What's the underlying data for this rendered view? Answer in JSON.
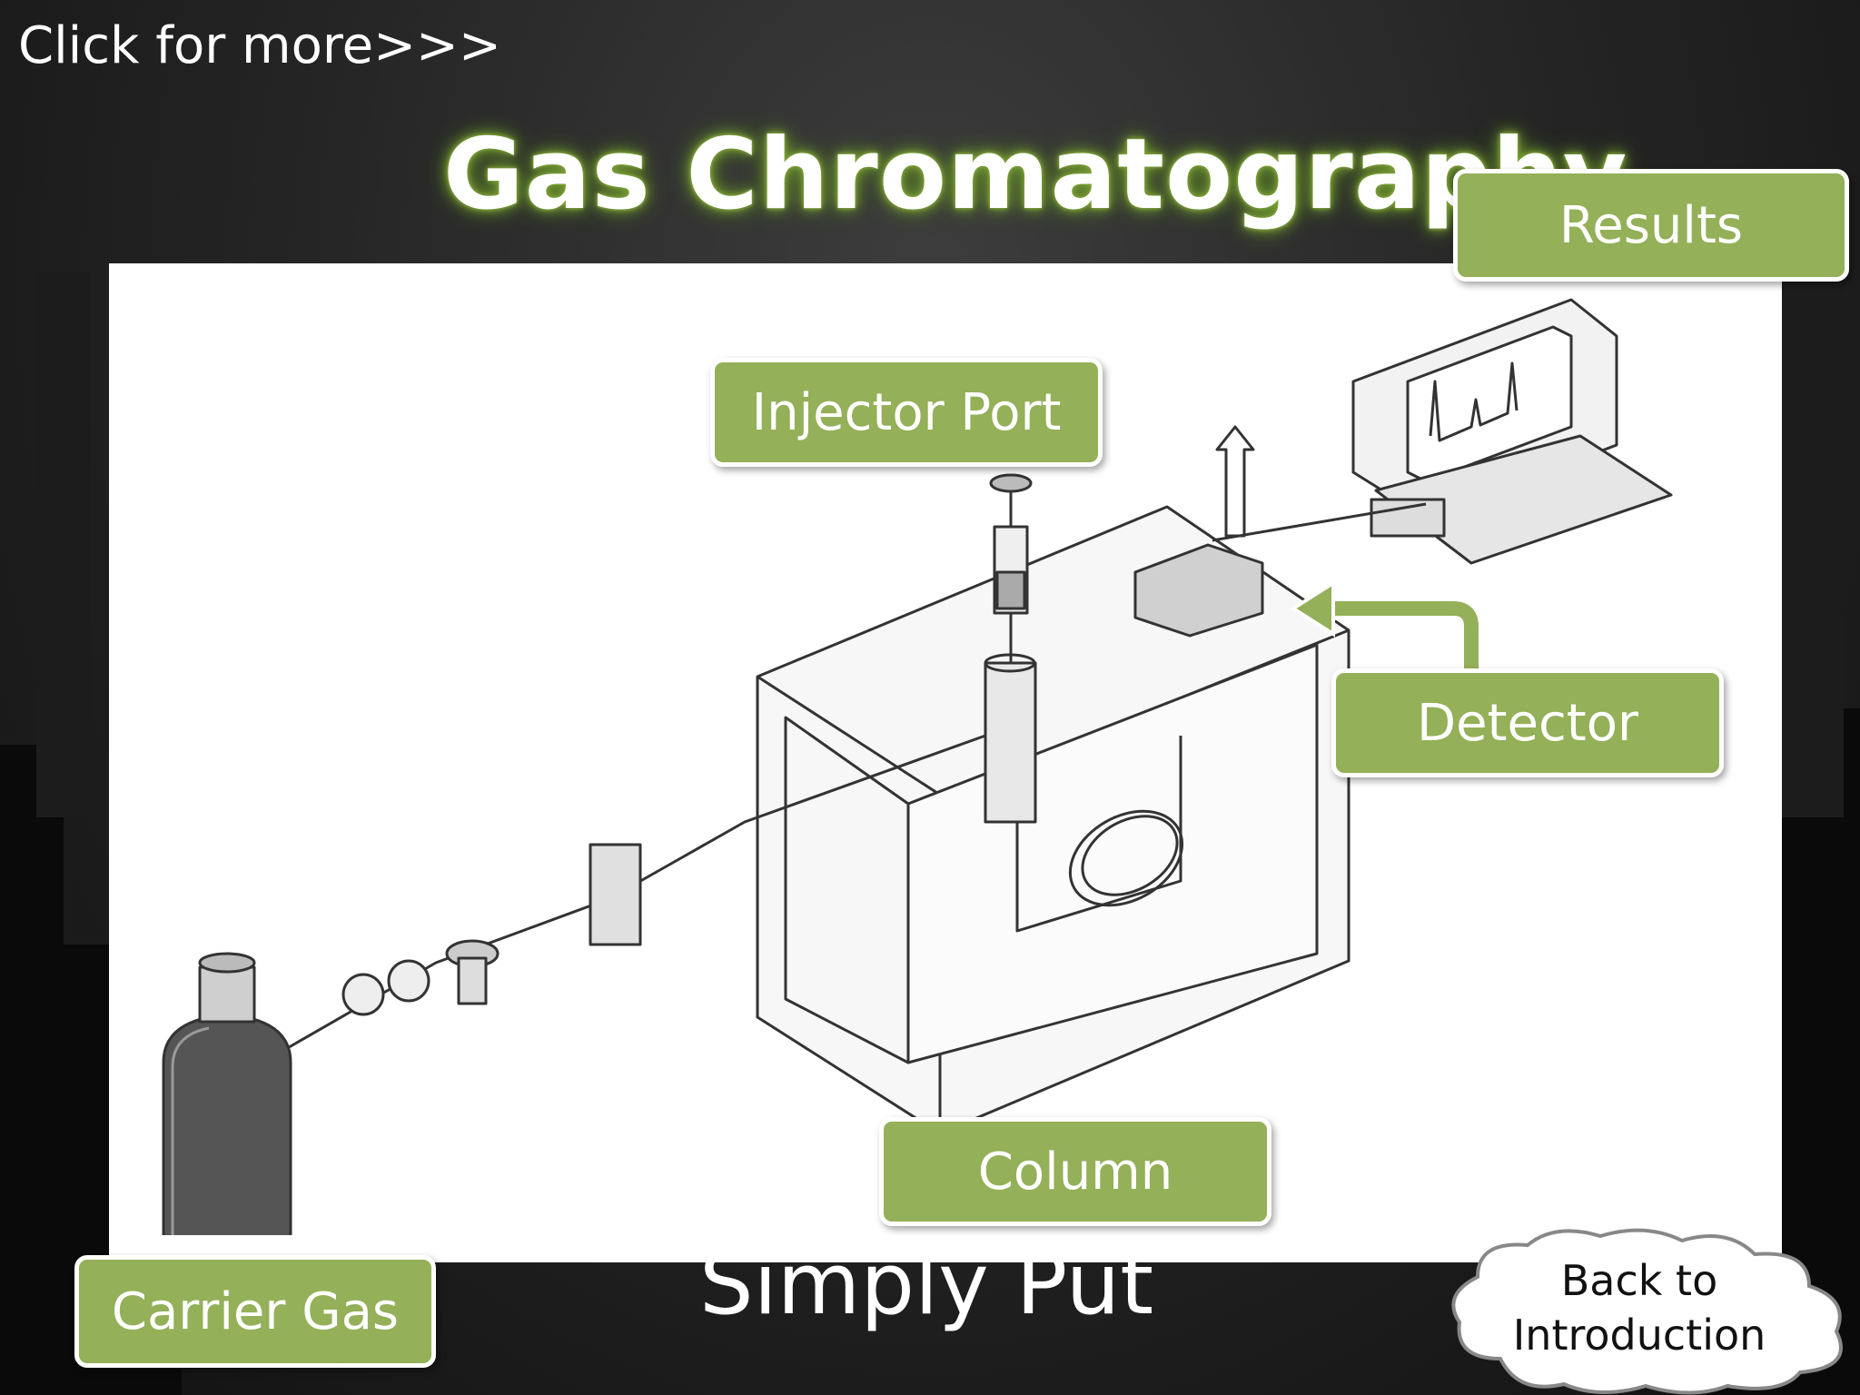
{
  "nav": {
    "click_more": "Click for more>>>"
  },
  "slide": {
    "title": "Gas Chromatography",
    "subtitle": "Simply Put"
  },
  "labels": {
    "injector_port": "Injector Port",
    "results": "Results",
    "detector": "Detector",
    "column": "Column",
    "carrier_gas": "Carrier Gas"
  },
  "back_button": {
    "label": "Back to\nIntroduction"
  },
  "colors": {
    "label_fill": "#94b058",
    "title_glow": "#7fa33a",
    "background": "#262626",
    "detector_arrow": "#94b058"
  }
}
